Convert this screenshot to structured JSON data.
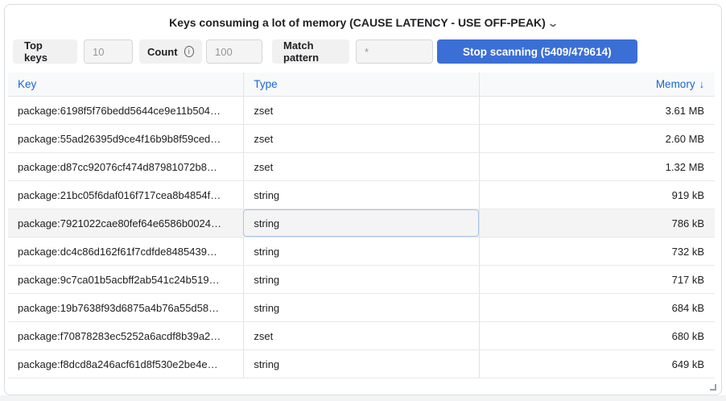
{
  "header": {
    "title": "Keys consuming a lot of memory (CAUSE LATENCY - USE OFF-PEAK)"
  },
  "icons": {
    "chevron_down": "⌄",
    "info": "i",
    "sort_desc": "↓"
  },
  "toolbar": {
    "top_keys_label": "Top keys",
    "top_keys_value": "10",
    "count_label": "Count",
    "count_value": "100",
    "match_pattern_label": "Match pattern",
    "match_pattern_value": "*",
    "scan_button_label": "Stop scanning (5409/479614)",
    "scan_progress_current": "5409",
    "scan_progress_total": "479614"
  },
  "colors": {
    "accent_blue": "#3c6fd6",
    "header_link_blue": "#1a66d2",
    "selected_row_bg": "#f4f4f4",
    "focused_cell_outline": "#a6c3ef"
  },
  "table": {
    "columns": [
      {
        "label": "Key"
      },
      {
        "label": "Type"
      },
      {
        "label": "Memory"
      }
    ],
    "sorted_column": "Memory",
    "sort_direction": "desc",
    "selected_row_index": 4,
    "focused_cell_column": "type",
    "rows": [
      {
        "key": "package:6198f5f76bedd5644ce9e11b504…",
        "type": "zset",
        "memory": "3.61 MB"
      },
      {
        "key": "package:55ad26395d9ce4f16b9b8f59ced…",
        "type": "zset",
        "memory": "2.60 MB"
      },
      {
        "key": "package:d87cc92076cf474d87981072b8…",
        "type": "zset",
        "memory": "1.32 MB"
      },
      {
        "key": "package:21bc05f6daf016f717cea8b4854f…",
        "type": "string",
        "memory": "919 kB"
      },
      {
        "key": "package:7921022cae80fef64e6586b0024…",
        "type": "string",
        "memory": "786 kB"
      },
      {
        "key": "package:dc4c86d162f61f7cdfde8485439…",
        "type": "string",
        "memory": "732 kB"
      },
      {
        "key": "package:9c7ca01b5acbff2ab541c24b519…",
        "type": "string",
        "memory": "717 kB"
      },
      {
        "key": "package:19b7638f93d6875a4b76a55d58…",
        "type": "string",
        "memory": "684 kB"
      },
      {
        "key": "package:f70878283ec5252a6acdf8b39a2…",
        "type": "zset",
        "memory": "680 kB"
      },
      {
        "key": "package:f8dcd8a246acf61d8f530e2be4e…",
        "type": "string",
        "memory": "649 kB"
      }
    ]
  }
}
